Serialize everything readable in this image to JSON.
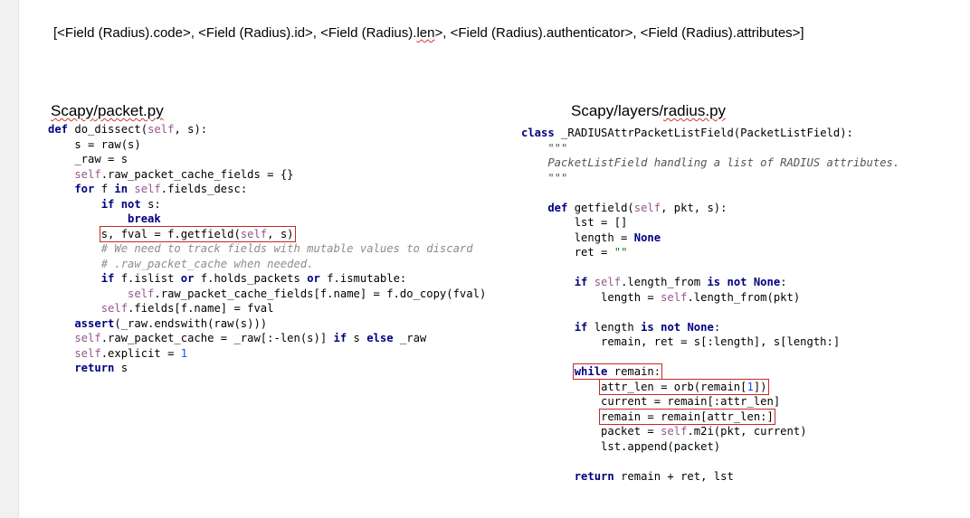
{
  "fields_line": {
    "prefix": "[<Field (Radius).code>, <Field (Radius).id>, <Field (Radius).",
    "len_word": "len",
    "suffix": ">, <Field (Radius).authenticator>, <Field (Radius).attributes>]"
  },
  "left": {
    "title_a": "Scapy",
    "title_b": "/packet.py",
    "code": [
      [
        [
          "kw",
          "def "
        ],
        [
          "t",
          "do_dissect("
        ],
        [
          "self",
          "self"
        ],
        [
          "t",
          ", s):"
        ]
      ],
      [
        [
          "t",
          "    s = raw(s)"
        ]
      ],
      [
        [
          "t",
          "    _raw = s"
        ]
      ],
      [
        [
          "self",
          "    self"
        ],
        [
          "t",
          ".raw_packet_cache_fields = {}"
        ]
      ],
      [
        [
          "kw",
          "    for "
        ],
        [
          "t",
          "f "
        ],
        [
          "kw",
          "in "
        ],
        [
          "self",
          "self"
        ],
        [
          "t",
          ".fields_desc:"
        ]
      ],
      [
        [
          "kw",
          "        if not "
        ],
        [
          "t",
          "s:"
        ]
      ],
      [
        [
          "kw",
          "            break"
        ]
      ],
      [
        [
          "t",
          "        "
        ],
        [
          "hl",
          "s, fval = f.getfield(",
          [
            "self",
            "self"
          ],
          ", s)"
        ]
      ],
      [
        [
          "cmt",
          "        # We need to track fields with mutable values to discard"
        ]
      ],
      [
        [
          "cmt",
          "        # .raw_packet_cache when needed."
        ]
      ],
      [
        [
          "kw",
          "        if "
        ],
        [
          "t",
          "f.islist "
        ],
        [
          "kw",
          "or "
        ],
        [
          "t",
          "f.holds_packets "
        ],
        [
          "kw",
          "or "
        ],
        [
          "t",
          "f.ismutable:"
        ]
      ],
      [
        [
          "self",
          "            self"
        ],
        [
          "t",
          ".raw_packet_cache_fields[f.name] = f.do_copy(fval)"
        ]
      ],
      [
        [
          "self",
          "        self"
        ],
        [
          "t",
          ".fields[f.name] = fval"
        ]
      ],
      [
        [
          "kw",
          "    assert"
        ],
        [
          "t",
          "(_raw.endswith(raw(s)))"
        ]
      ],
      [
        [
          "self",
          "    self"
        ],
        [
          "t",
          ".raw_packet_cache = _raw[:-len(s)] "
        ],
        [
          "kw",
          "if "
        ],
        [
          "t",
          "s "
        ],
        [
          "kw",
          "else "
        ],
        [
          "t",
          "_raw"
        ]
      ],
      [
        [
          "self",
          "    self"
        ],
        [
          "t",
          ".explicit = "
        ],
        [
          "num",
          "1"
        ]
      ],
      [
        [
          "kw",
          "    return "
        ],
        [
          "t",
          "s"
        ]
      ]
    ]
  },
  "right": {
    "title_a": "Scapy",
    "title_b": "/layers/",
    "title_c": "radius.py",
    "code": [
      [
        [
          "kw",
          "class "
        ],
        [
          "t",
          "_RADIUSAttrPacketListField(PacketListField):"
        ]
      ],
      [
        [
          "doc",
          "    \"\"\""
        ]
      ],
      [
        [
          "doc",
          "    PacketListField handling a list of RADIUS attributes."
        ]
      ],
      [
        [
          "doc",
          "    \"\"\""
        ]
      ],
      [
        [
          "t",
          ""
        ]
      ],
      [
        [
          "kw",
          "    def "
        ],
        [
          "t",
          "getfield("
        ],
        [
          "self",
          "self"
        ],
        [
          "t",
          ", pkt, s):"
        ]
      ],
      [
        [
          "t",
          "        lst = []"
        ]
      ],
      [
        [
          "t",
          "        length = "
        ],
        [
          "kw",
          "None"
        ]
      ],
      [
        [
          "t",
          "        ret = "
        ],
        [
          "str",
          "\"\""
        ]
      ],
      [
        [
          "t",
          ""
        ]
      ],
      [
        [
          "kw",
          "        if "
        ],
        [
          "self",
          "self"
        ],
        [
          "t",
          ".length_from "
        ],
        [
          "kw",
          "is not None"
        ],
        [
          "t",
          ":"
        ]
      ],
      [
        [
          "t",
          "            length = "
        ],
        [
          "self",
          "self"
        ],
        [
          "t",
          ".length_from(pkt)"
        ]
      ],
      [
        [
          "t",
          ""
        ]
      ],
      [
        [
          "kw",
          "        if "
        ],
        [
          "t",
          "length "
        ],
        [
          "kw",
          "is not None"
        ],
        [
          "t",
          ":"
        ]
      ],
      [
        [
          "t",
          "            remain, ret = s[:length], s[length:]"
        ]
      ],
      [
        [
          "t",
          ""
        ]
      ],
      [
        [
          "t",
          "        "
        ],
        [
          "hl",
          [
            "kw",
            "while "
          ],
          "remain:"
        ]
      ],
      [
        [
          "t",
          "            "
        ],
        [
          "hl",
          "attr_len = orb(remain[",
          [
            "num",
            "1"
          ],
          "])"
        ]
      ],
      [
        [
          "t",
          "            current = remain[:attr_len]"
        ]
      ],
      [
        [
          "t",
          "            "
        ],
        [
          "hl",
          "remain = remain[attr_len:]"
        ]
      ],
      [
        [
          "t",
          "            packet = "
        ],
        [
          "self",
          "self"
        ],
        [
          "t",
          ".m2i(pkt, current)"
        ]
      ],
      [
        [
          "t",
          "            lst.append(packet)"
        ]
      ],
      [
        [
          "t",
          ""
        ]
      ],
      [
        [
          "kw",
          "        return "
        ],
        [
          "t",
          "remain + ret, lst"
        ]
      ]
    ]
  }
}
